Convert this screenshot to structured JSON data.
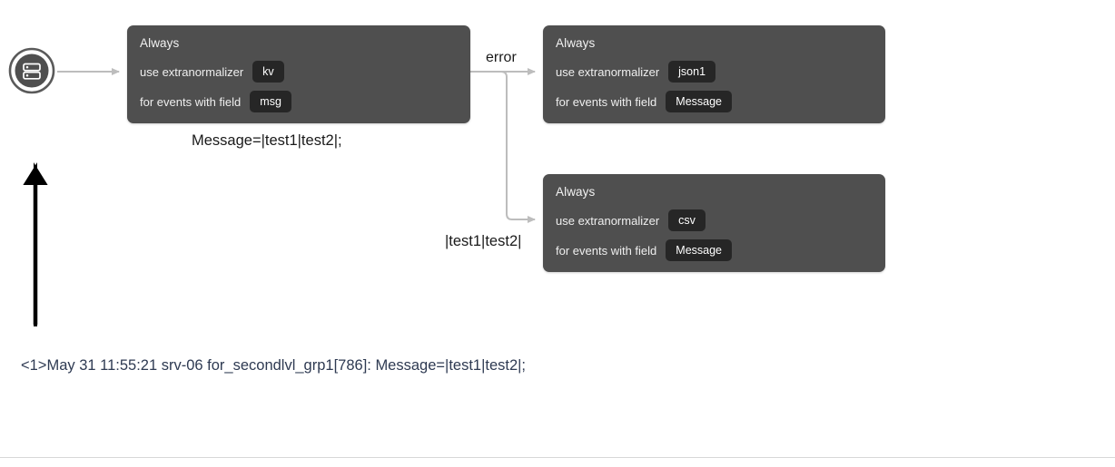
{
  "page": {
    "background_color": "#ffffff",
    "node_color": "#4f4f4f",
    "chip_color": "#262626",
    "connector_color": "#bdbdbd",
    "log_text_color": "#2e3a52",
    "arrow_color": "#000000"
  },
  "source": {
    "icon": "server-database-icon",
    "label": ""
  },
  "nodes": [
    {
      "id": "node-kv",
      "title": "Always",
      "rows": [
        {
          "label": "use extranormalizer",
          "chip": "kv"
        },
        {
          "label": "for events with field",
          "chip": "msg"
        }
      ]
    },
    {
      "id": "node-json1",
      "title": "Always",
      "rows": [
        {
          "label": "use extranormalizer",
          "chip": "json1"
        },
        {
          "label": "for events with field",
          "chip": "Message"
        }
      ]
    },
    {
      "id": "node-csv",
      "title": "Always",
      "rows": [
        {
          "label": "use extranormalizer",
          "chip": "csv"
        },
        {
          "label": "for events with field",
          "chip": "Message"
        }
      ]
    }
  ],
  "labels": {
    "node1_sample": "Message=|test1|test2|;",
    "error_edge": "error",
    "node3_sample": "|test1|test2|"
  },
  "raw_log": "<1>May 31 11:55:21 srv-06 for_secondlvl_grp1[786]: Message=|test1|test2|;"
}
